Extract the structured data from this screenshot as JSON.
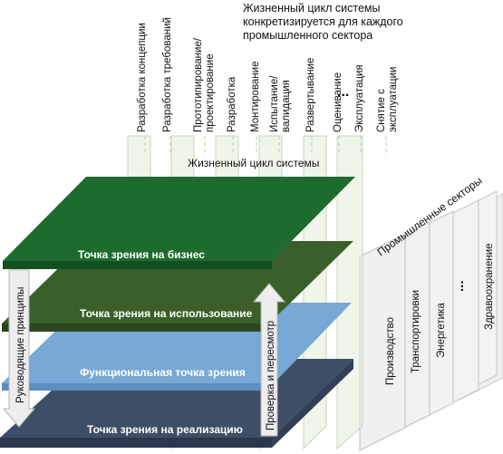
{
  "colors": {
    "business": "#1e6b2f",
    "usage": "#3a5f2a",
    "functional": "#77a8d6",
    "implementation": "#3e4e66",
    "sector_panel": "#f1f1f1",
    "lifecycle_panel": "#e4ecd9"
  },
  "lifecycle_note": {
    "line1": "Жизненный цикл системы",
    "line2": "конкретизируется для каждого",
    "line3": "промышленного сектора"
  },
  "lifecycle_stages": [
    {
      "line1": "Разработка концепции"
    },
    {
      "line1": "Разработка требований"
    },
    {
      "line1": "Прототипирование/",
      "line2": "проектирование"
    },
    {
      "line1": "Разработка"
    },
    {
      "line1": "Монтирование"
    },
    {
      "line1": "Испытание/",
      "line2": "валидация"
    },
    {
      "line1": "Развертывание"
    },
    {
      "line1": "Оценивание"
    },
    {
      "line1": "Эксплуатация"
    },
    {
      "line1": "Снятие с",
      "line2": "эксплуатации"
    }
  ],
  "ellipsis": "...",
  "lifecycle_label": "Жизненный цикл системы",
  "sectors_label": "Промышленные секторы",
  "sectors": [
    "Производство",
    "Транспортировки",
    "Энергетика",
    "...",
    "Здравоохранение"
  ],
  "planes": {
    "business": "Точка зрения на бизнес",
    "usage": "Точка зрения на использование",
    "functional": "Функциональная точка зрения",
    "implementation": "Точка зрения на реализацию"
  },
  "guiding_principles": "Руководящие принципы",
  "check_review": "Проверка и пересмотр"
}
